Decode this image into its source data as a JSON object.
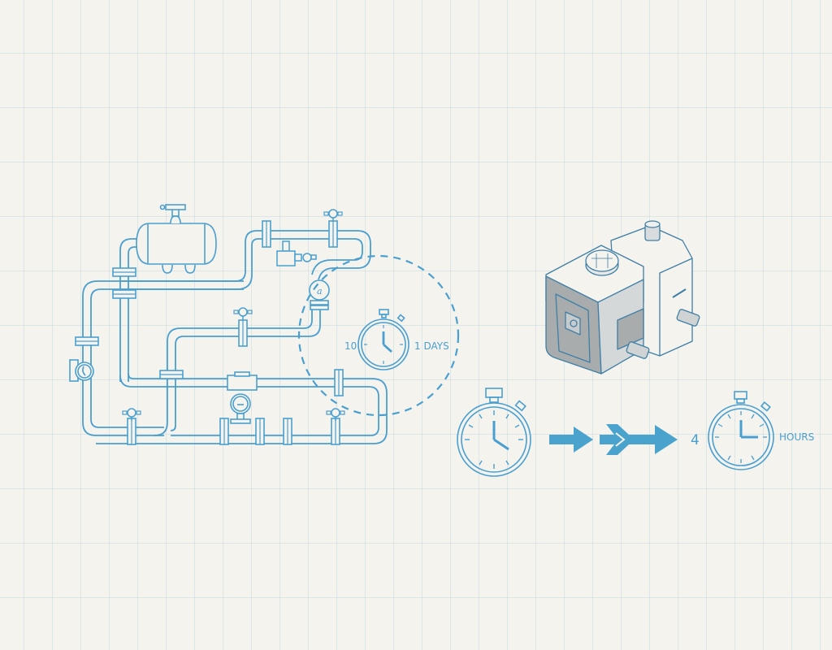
{
  "diagram": {
    "type": "process-improvement-illustration",
    "colors": {
      "background": "#f4f3ee",
      "grid": "#d3e3e8",
      "line": "#4a9fcf",
      "accent_fill": "#4aa3cc",
      "motor_shade": "#a9acad",
      "motor_line": "#3f7fa6"
    },
    "piping_section": {
      "label": "Piping system with tank, valves and flow meters",
      "callout": {
        "left_number": "10",
        "duration_label": "1 DAYS"
      }
    },
    "equipment": {
      "label": "Isometric pump / filter unit"
    },
    "timeline": {
      "start_stopwatch": "stopwatch-start",
      "arrows": [
        "arrow-right",
        "arrow-right-chevron"
      ],
      "result_number": "4",
      "result_unit": "HOURS"
    }
  }
}
